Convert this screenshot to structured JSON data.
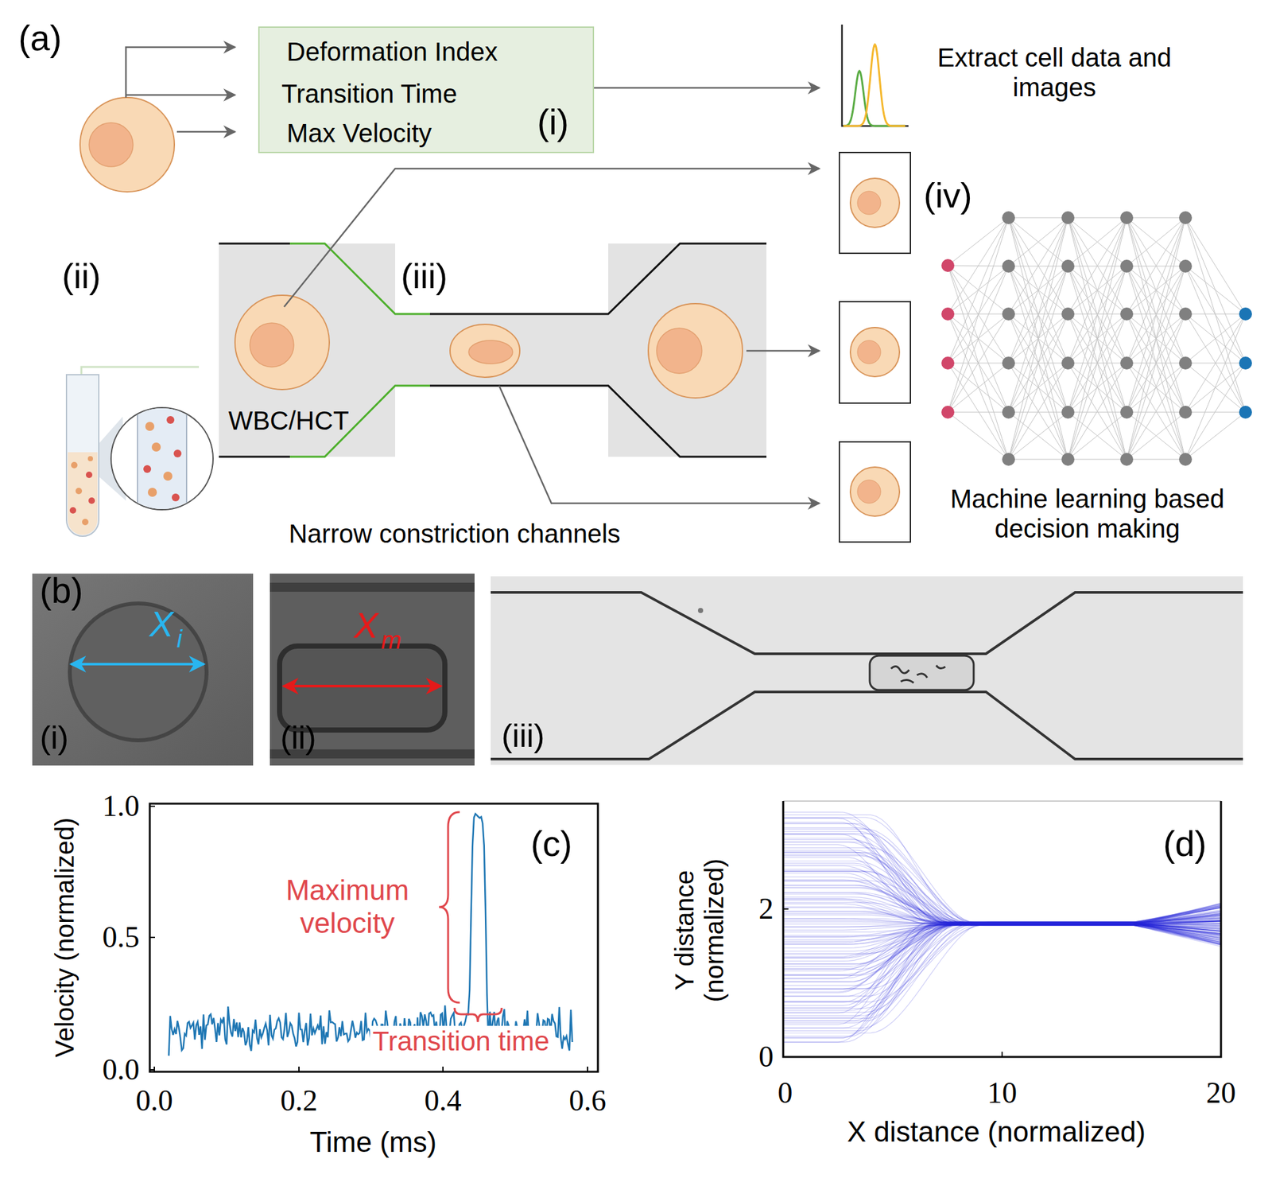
{
  "diagram": {
    "nodes": [
      {
        "text": [
          "Deformation Index",
          "Transition Time",
          "Max Velocity",
          "(i)"
        ]
      }
    ],
    "labels": [
      "(a)",
      "Extract cell data and images",
      "(iv)",
      "(ii)",
      "(iii)",
      "WBC/HCT",
      "Narrow constriction channels",
      "Machine learning based decision making",
      "(b)",
      "X",
      "i",
      "(i)",
      "X",
      "m",
      "(ii)",
      "(iii)",
      "1.0",
      "0.5",
      "0.0",
      "0.0",
      "0.2",
      "0.4",
      "0.6",
      "Velocity (normalized)",
      "Time (ms)",
      "(c)",
      "Maximum velocity",
      "Transition time",
      "2",
      "0",
      "0",
      "10",
      "20",
      "Y distance (normalized)",
      "X distance (normalized)",
      "(d)"
    ]
  }
}
